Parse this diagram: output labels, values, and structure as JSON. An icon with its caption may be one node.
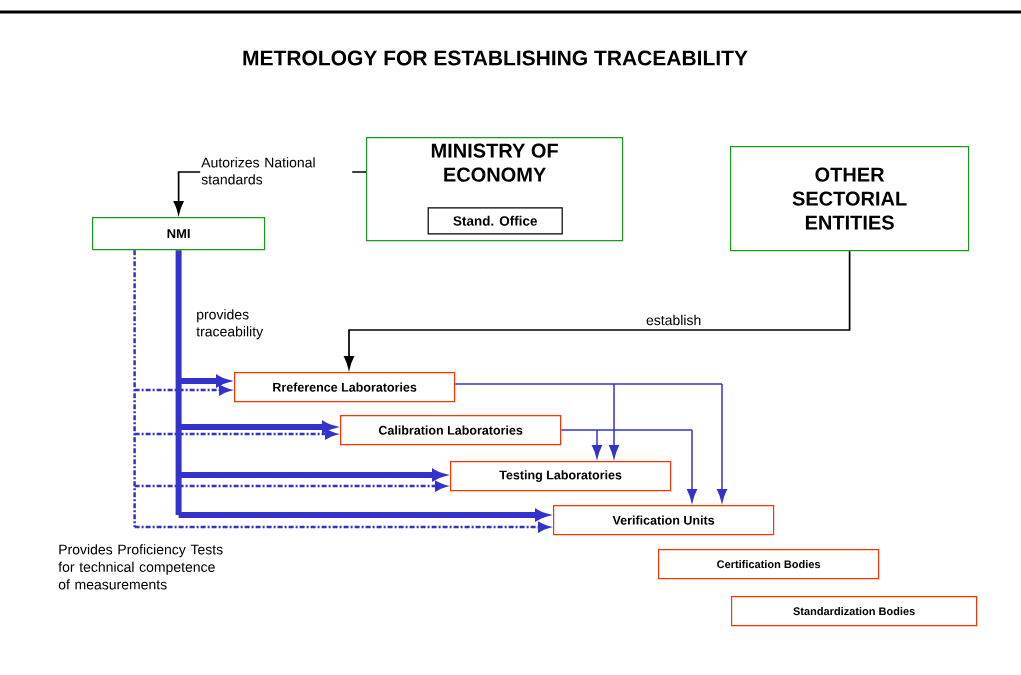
{
  "diagram": {
    "title": "METROLOGY FOR ESTABLISHING TRACEABILITY",
    "nodes": [
      {
        "text": [
          "NMI"
        ]
      },
      {
        "text": [
          "MINISTRY OF ECONOMY"
        ]
      },
      {
        "text": [
          "Stand. Office"
        ],
        "in": 1
      },
      {
        "text": [
          "OTHER SECTORIAL ENTITIES"
        ]
      },
      {
        "text": [
          "Rreference Laboratories"
        ]
      },
      {
        "text": [
          "Calibration Laboratories"
        ]
      },
      {
        "text": [
          "Testing Laboratories"
        ]
      },
      {
        "text": [
          "Verification Units"
        ]
      },
      {
        "text": [
          "Certification Bodies"
        ]
      },
      {
        "text": [
          "Standardization Bodies"
        ]
      }
    ],
    "edges": [
      {
        "from": 1,
        "to": 0,
        "arrow": "to",
        "label": "Autorizes National standards",
        "color": "#000000"
      },
      {
        "from": 3,
        "to": 4,
        "arrow": "to",
        "label": "establish",
        "color": "#000000"
      },
      {
        "from": 0,
        "to": 4,
        "arrow": "to",
        "label": "provides traceability",
        "style": "thick"
      },
      {
        "from": 0,
        "to": 4,
        "arrow": "to",
        "style": "dashed"
      },
      {
        "from": 0,
        "to": 5,
        "arrow": "to",
        "style": "thick"
      },
      {
        "from": 0,
        "to": 5,
        "arrow": "to",
        "style": "dashed"
      },
      {
        "from": 0,
        "to": 6,
        "arrow": "to",
        "style": "thick"
      },
      {
        "from": 0,
        "to": 6,
        "arrow": "to",
        "style": "dashed"
      },
      {
        "from": 0,
        "to": 7,
        "arrow": "to",
        "style": "thick"
      },
      {
        "from": 0,
        "to": 7,
        "arrow": "to",
        "style": "dashed"
      },
      {
        "from": 4,
        "to": 6,
        "arrow": "to"
      },
      {
        "from": 4,
        "to": 7,
        "arrow": "to"
      },
      {
        "from": 5,
        "to": 6,
        "arrow": "to"
      },
      {
        "from": 5,
        "to": 7,
        "arrow": "to"
      }
    ],
    "labels": [
      "Provides Proficiency Tests for technical competence of measurements"
    ]
  }
}
